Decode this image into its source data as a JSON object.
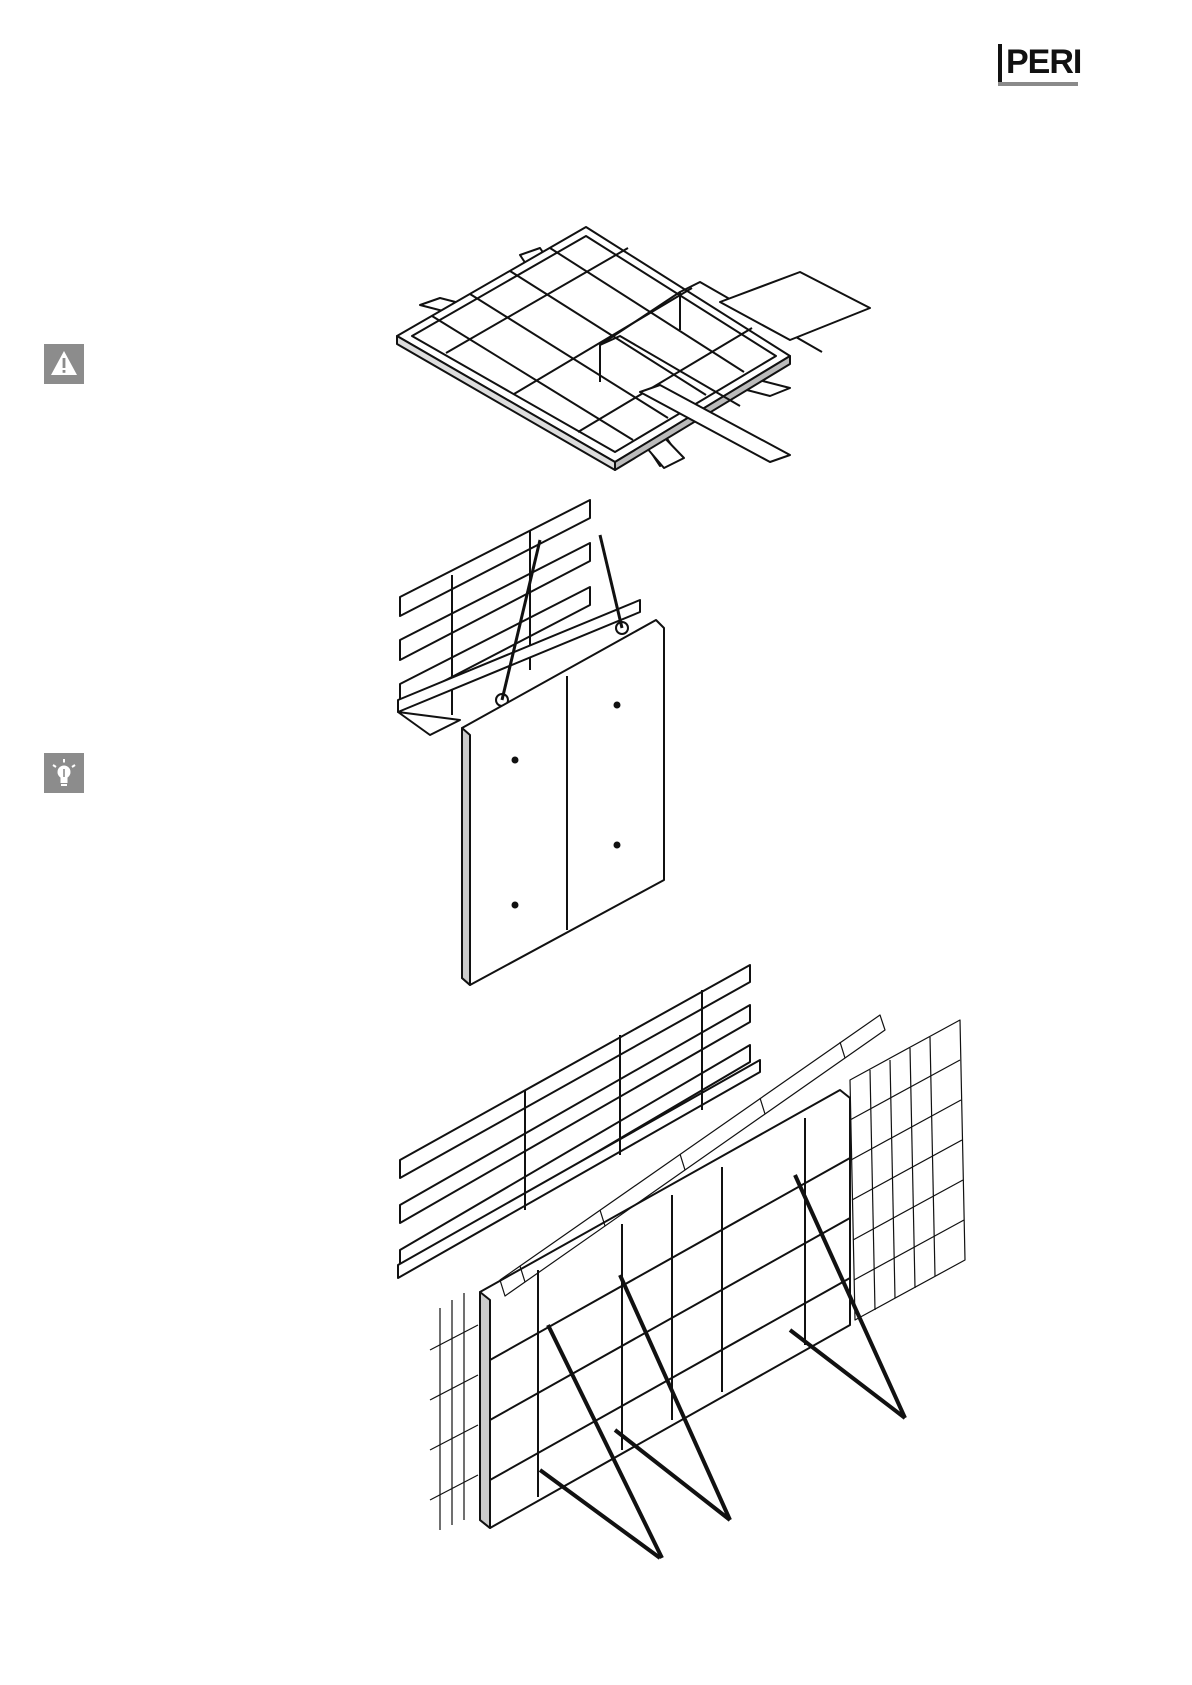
{
  "brand": {
    "logo_text": "PERI"
  },
  "icons": [
    {
      "name": "warning-icon",
      "kind": "warning"
    },
    {
      "name": "tip-lightbulb-icon",
      "kind": "tip"
    }
  ],
  "figures": [
    {
      "name": "figure-panel-stacked-on-timbers"
    },
    {
      "name": "figure-panel-lifted-by-crane-hooks"
    },
    {
      "name": "figure-panels-braced-with-rebar-mesh"
    }
  ],
  "colors": {
    "icon_background": "#8c8c8c",
    "line": "#111111",
    "logo_accent": "#8a8a8a"
  }
}
